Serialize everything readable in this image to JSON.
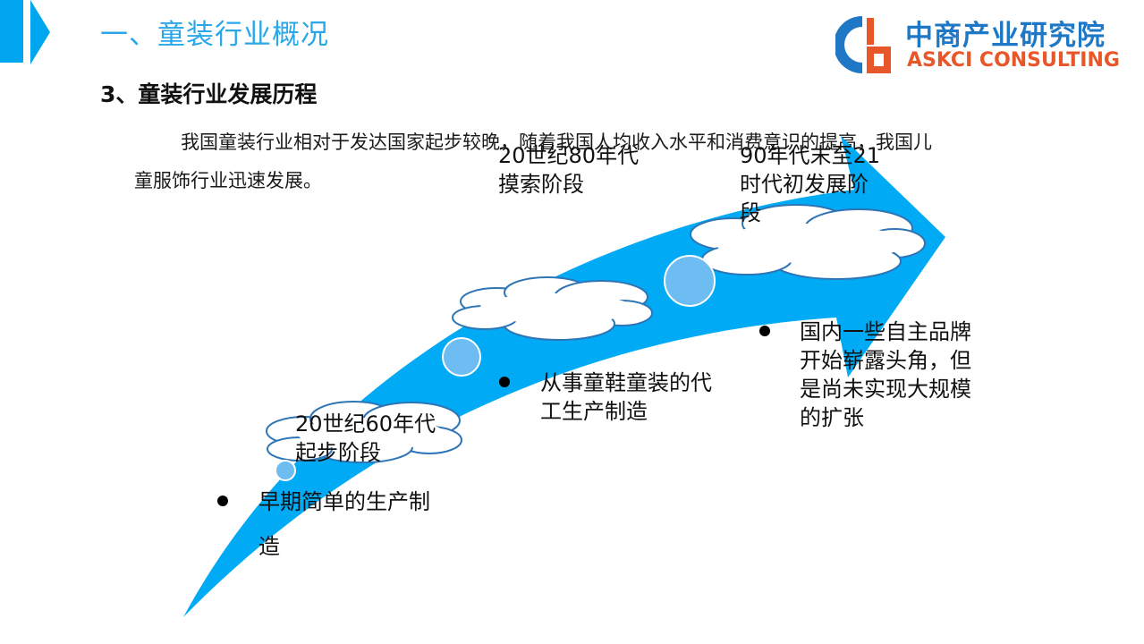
{
  "header": {
    "section_title": "一、童装行业概况",
    "logo_name": "中商产业研究院",
    "logo_en": "ASKCI CONSULTING"
  },
  "sub_title": "3、童装行业发展历程",
  "intro": {
    "line1": "我国童装行业相对于发达国家起步较晚，随着我国人均收入水平和消费意识的提高，我国儿",
    "line2": "童服饰行业迅速发展。"
  },
  "stages": [
    {
      "title_line1": "20世纪60年代",
      "title_line2": "起步阶段",
      "desc_line1": "早期简单的生产制",
      "desc_line2": "造"
    },
    {
      "title_line1": "20世纪80年代",
      "title_line2": "摸索阶段",
      "desc_line1": "从事童鞋童装的代",
      "desc_line2": "工生产制造"
    },
    {
      "title_line1": "90年代末至21",
      "title_line2": "时代初发展阶",
      "title_line3": "段",
      "desc_line1": "国内一些自主品牌",
      "desc_line2": "开始崭露头角，但",
      "desc_line3": "是尚未实现大规模",
      "desc_line4": "的扩张"
    }
  ],
  "colors": {
    "arrow": "#00aaf4",
    "accent": "#2aa7e8",
    "cloud_stroke": "#2e75b6",
    "dot_fill": "#6dbcf2",
    "logo_blue": "#1e78c6",
    "logo_orange": "#e8572a"
  }
}
